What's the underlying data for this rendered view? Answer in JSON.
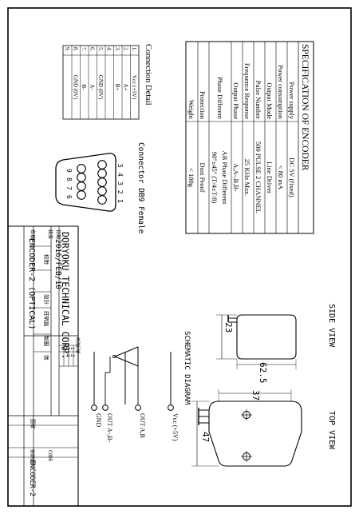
{
  "spec": {
    "title": "SPECIFICATION OF ENCODER",
    "rows": [
      {
        "label": "Power supply",
        "value": "DC 5V (fixed)"
      },
      {
        "label": "Power consumption",
        "value": "< 80 mA"
      },
      {
        "label": "Output Mode",
        "value": "Line Driver"
      },
      {
        "label": "Pulse Number",
        "value": "500 PULSE 2 CHANNEL"
      },
      {
        "label": "Frequence Response",
        "value": "25 KHz Max."
      },
      {
        "label": "Output Phase",
        "value": "A,A-,B,B-"
      },
      {
        "label": "Phase Different",
        "value": "AB Phase Different",
        "value2": "90°±45° (T/4±T/8)"
      },
      {
        "label": "Protection",
        "value": "Dust Proof"
      },
      {
        "label": "Weight",
        "value": "< 100g"
      }
    ]
  },
  "connection": {
    "title": "Connection Detail",
    "pins": [
      {
        "num": "1.",
        "signal": "Vcc (+5V)"
      },
      {
        "num": "2.",
        "signal": "A+"
      },
      {
        "num": "3.",
        "signal": "B+"
      },
      {
        "num": "4.",
        "signal": ""
      },
      {
        "num": "5.",
        "signal": "GND (0V)"
      },
      {
        "num": "6.",
        "signal": "A-"
      },
      {
        "num": "7.",
        "signal": "B-"
      },
      {
        "num": "8.",
        "signal": "GND (0V)"
      },
      {
        "num": "9.",
        "signal": ""
      }
    ]
  },
  "connector": {
    "title": "Connector DB9 Female",
    "top_pins": [
      "5",
      "4",
      "3",
      "2",
      "1"
    ],
    "bottom_pins": [
      "9",
      "8",
      "7",
      "6"
    ]
  },
  "side_view": {
    "title": "SIDE VIEW",
    "width_dim": "62.5",
    "height_dim": "23"
  },
  "top_view": {
    "title": "TOP VIEW",
    "width_dim": "37",
    "height_dim": "47"
  },
  "schematic": {
    "title": "SCHEMATIC DIAGRAM",
    "labels": [
      "Vcc (+5V)",
      "OUT A,B",
      "OUT A-,B-",
      "GND"
    ]
  },
  "title_block": {
    "company": "DORYOKU TECHNICAL CORP.",
    "date_label": "日期",
    "date": "2016/FEB/10",
    "check_label": "核准",
    "proof_label": "校對",
    "design_label": "設計",
    "designer": "莊明昌",
    "draw_label": "製圖",
    "drawer": "張",
    "name_label": "名稱",
    "name": "ENCODER-2 (OPTICAL)",
    "drawing_no_label": "圖號",
    "code_label": "CODE",
    "part_no_label": "整理號碼",
    "part_no": "ENCODER-2",
    "rev_label": "修改記號",
    "rev_marks": [
      "1",
      "2",
      "3",
      "4",
      "5"
    ]
  }
}
